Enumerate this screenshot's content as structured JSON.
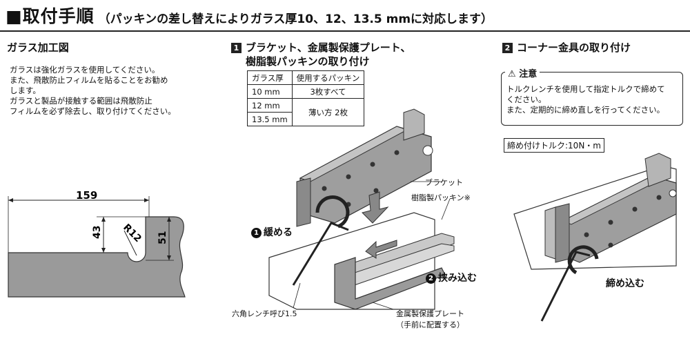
{
  "title": {
    "main": "■取付手順",
    "sub": "（パッキンの差し替えによりガラス厚10、12、13.5 mmに対応します）"
  },
  "section_glass": {
    "heading": "ガラス加工図",
    "text": "ガラスは強化ガラスを使用してください。\nまた、飛散防止フィルムを貼ることをお勧め\nします。\nガラスと製品が接触する範囲は飛散防止\nフィルムを必ず除去し、取り付けてください。",
    "dims": {
      "width": "159",
      "height1": "43",
      "radius": "R12",
      "height2": "51"
    }
  },
  "section_bracket": {
    "number": "1",
    "heading_line1": "ブラケット、金属製保護プレート、",
    "heading_line2": "樹脂製パッキンの取り付け",
    "table": {
      "headers": [
        "ガラス厚",
        "使用するパッキン"
      ],
      "rows": [
        [
          "10 mm",
          "3枚すべて"
        ],
        [
          "12 mm",
          "薄い方 2枚"
        ],
        [
          "13.5 mm",
          ""
        ]
      ]
    },
    "labels": {
      "bracket": "ブラケット",
      "packing": "樹脂製パッキン※",
      "loosen_num": "1",
      "loosen": "緩める",
      "insert_num": "2",
      "insert": "挟み込む",
      "hex_wrench": "六角レンチ呼び1.5",
      "plate": "金属製保護プレート",
      "plate_note": "（手前に配置する）"
    }
  },
  "section_corner": {
    "number": "2",
    "heading": "コーナー金具の取り付け",
    "caution_title": "注意",
    "caution_text": "トルクレンチを使用して指定トルクで締めて\nください。\nまた、定期的に締め直しを行ってください。",
    "torque": "締め付けトルク:10N・m",
    "tighten": "締め込む"
  }
}
